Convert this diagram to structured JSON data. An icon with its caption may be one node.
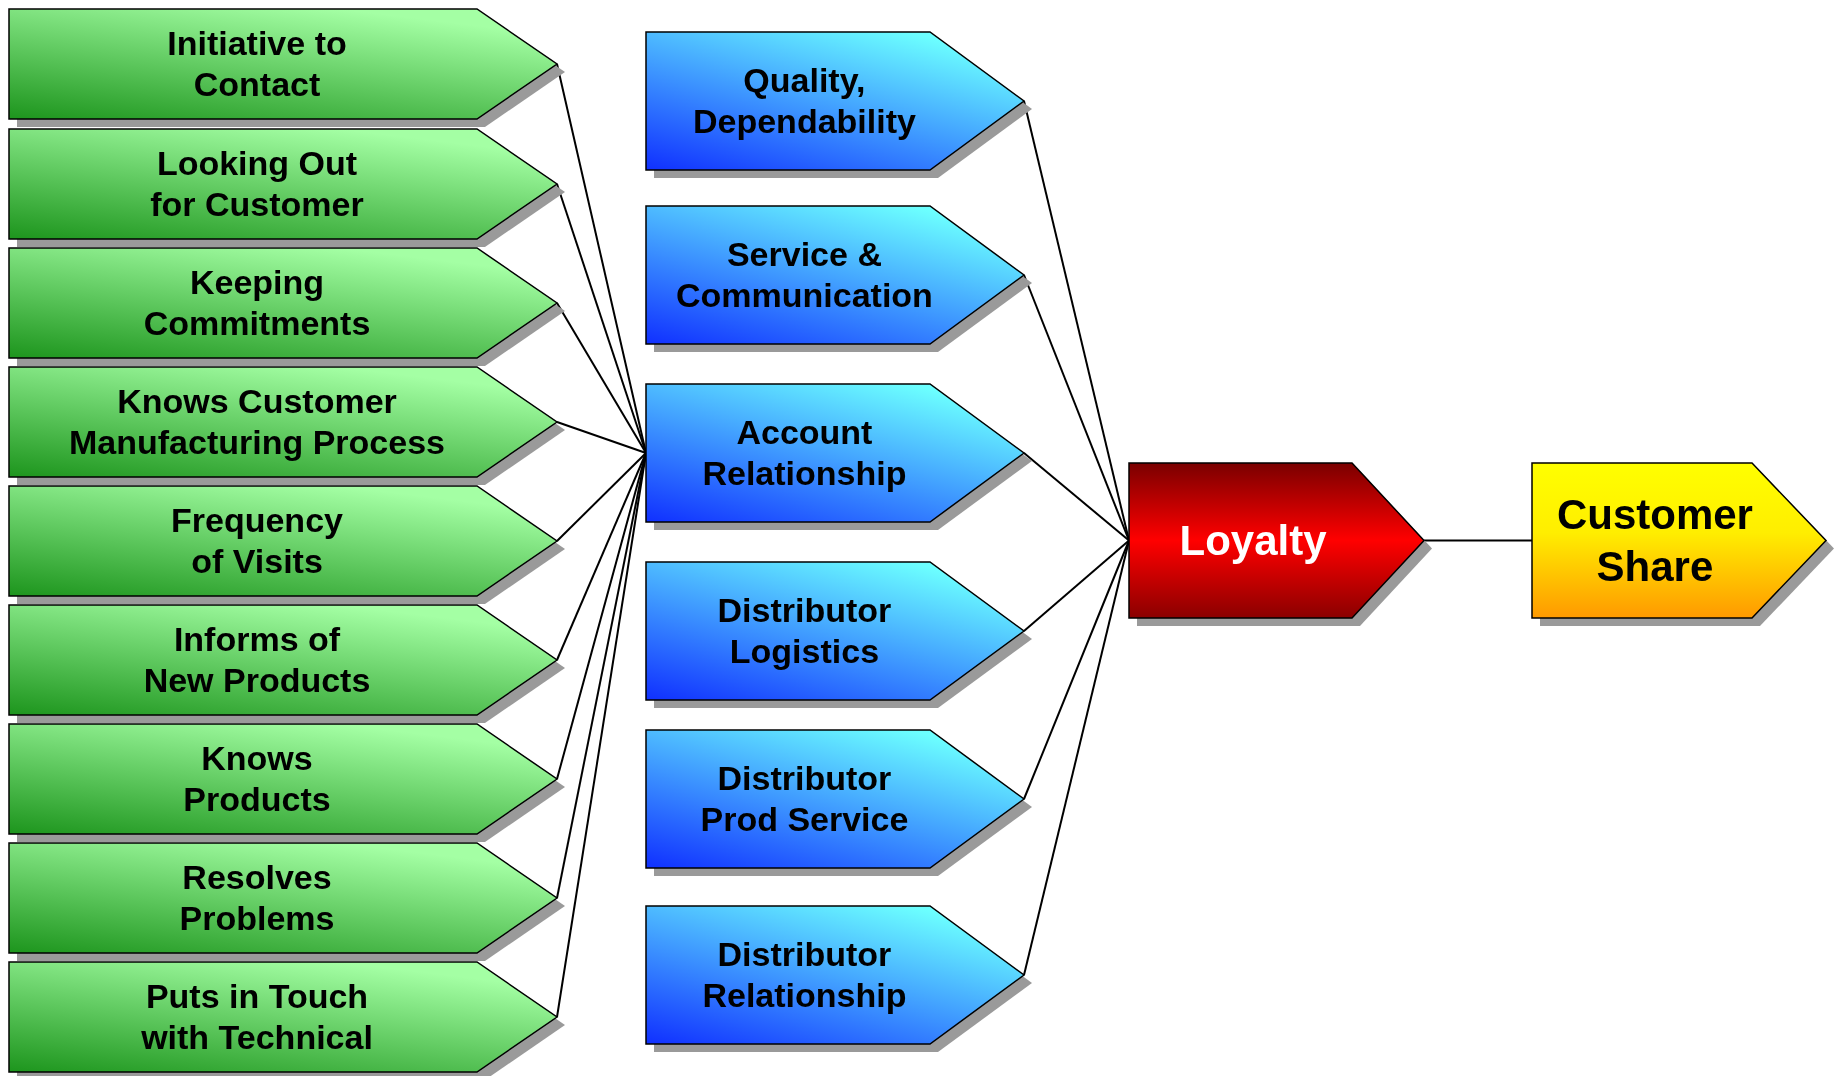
{
  "diagram": {
    "nodes": [
      {
        "text": [
          "Initiative to Contact"
        ]
      },
      {
        "text": [
          "Looking Out for Customer"
        ]
      },
      {
        "text": [
          "Keeping Commitments"
        ]
      },
      {
        "text": [
          "Knows Customer Manufacturing Process"
        ]
      },
      {
        "text": [
          "Frequency of Visits"
        ]
      },
      {
        "text": [
          "Informs of New Products"
        ]
      },
      {
        "text": [
          "Knows Products"
        ]
      },
      {
        "text": [
          "Resolves Problems"
        ]
      },
      {
        "text": [
          "Puts in Touch with Technical"
        ]
      },
      {
        "text": [
          "Quality, Dependability"
        ]
      },
      {
        "text": [
          "Service & Communication"
        ]
      },
      {
        "text": [
          "Account Relationship"
        ]
      },
      {
        "text": [
          "Distributor Logistics"
        ]
      },
      {
        "text": [
          "Distributor Prod Service"
        ]
      },
      {
        "text": [
          "Distributor Relationship"
        ]
      },
      {
        "text": [
          "Loyalty"
        ]
      },
      {
        "text": [
          "Customer Share"
        ]
      }
    ],
    "edges": [
      {
        "from": 0,
        "to": 11,
        "arrow": "none"
      },
      {
        "from": 1,
        "to": 11,
        "arrow": "none"
      },
      {
        "from": 2,
        "to": 11,
        "arrow": "none"
      },
      {
        "from": 3,
        "to": 11,
        "arrow": "none"
      },
      {
        "from": 4,
        "to": 11,
        "arrow": "none"
      },
      {
        "from": 5,
        "to": 11,
        "arrow": "none"
      },
      {
        "from": 6,
        "to": 11,
        "arrow": "none"
      },
      {
        "from": 7,
        "to": 11,
        "arrow": "none"
      },
      {
        "from": 8,
        "to": 11,
        "arrow": "none"
      },
      {
        "from": 9,
        "to": 15,
        "arrow": "none"
      },
      {
        "from": 10,
        "to": 15,
        "arrow": "none"
      },
      {
        "from": 11,
        "to": 15,
        "arrow": "none"
      },
      {
        "from": 12,
        "to": 15,
        "arrow": "none"
      },
      {
        "from": 13,
        "to": 15,
        "arrow": "none"
      },
      {
        "from": 14,
        "to": 15,
        "arrow": "none"
      },
      {
        "from": 15,
        "to": 16,
        "arrow": "none"
      }
    ]
  }
}
